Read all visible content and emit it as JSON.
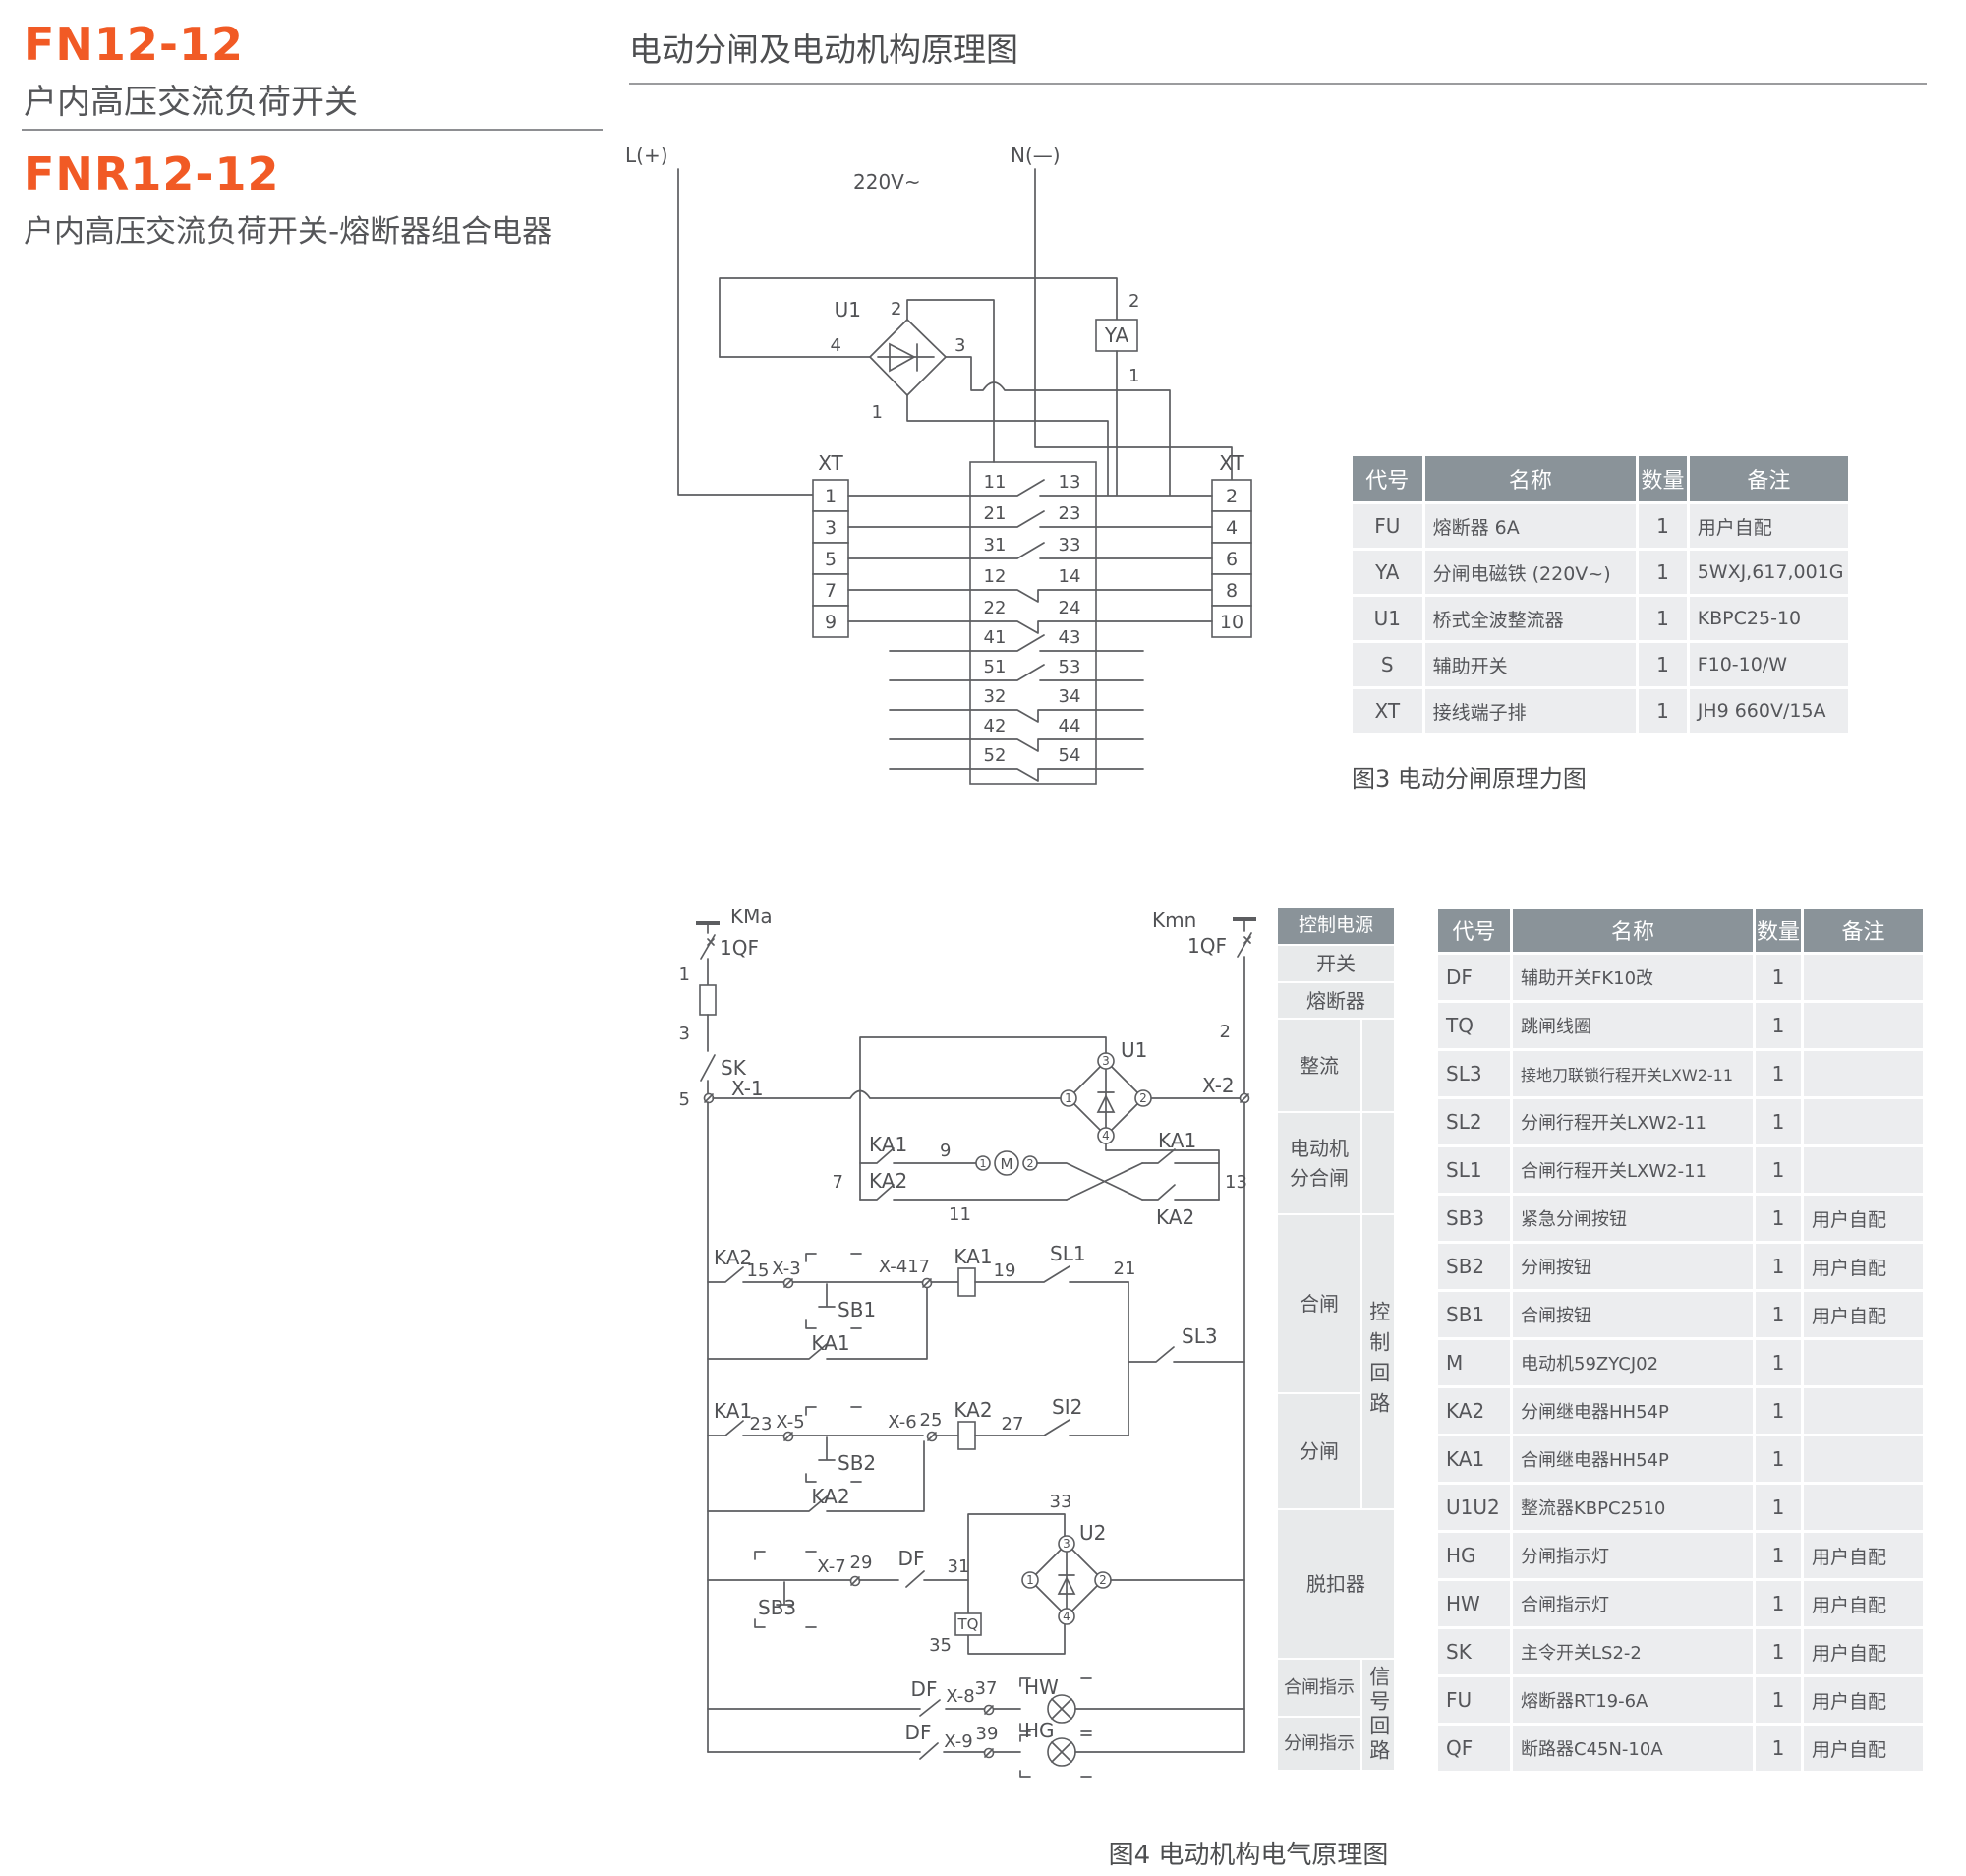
{
  "page": {
    "product1_model": "FN12-12",
    "product1_name": "户内高压交流负荷开关",
    "product2_model": "FNR12-12",
    "product2_name": "户内高压交流负荷开关-熔断器组合电器",
    "heading": "电动分闸及电动机构原理图"
  },
  "colors": {
    "accent_orange": "#f15a25",
    "text_gray": "#55565a",
    "line_gray": "#5c5d60",
    "table_header_bg": "#8a9399",
    "table_row_bg": "#ecedef",
    "sidebar_bg": "#e8eaeb"
  },
  "fig3": {
    "caption": "图3 电动分闸原理力图",
    "labels": {
      "line": "L(+)",
      "neutral": "N(—)",
      "voltage": "220V~",
      "u1": "U1",
      "ya": "YA",
      "xt_left": "XT",
      "xt_right": "XT",
      "u1_top": "2",
      "u1_left": "4",
      "u1_right": "3",
      "u1_bottom": "1",
      "ya_top": "2",
      "ya_bottom": "1"
    },
    "left_terminals": [
      "1",
      "3",
      "5",
      "7",
      "9"
    ],
    "right_terminals": [
      "2",
      "4",
      "6",
      "8",
      "10"
    ],
    "contacts": [
      [
        "11",
        "13"
      ],
      [
        "21",
        "23"
      ],
      [
        "31",
        "33"
      ],
      [
        "12",
        "14"
      ],
      [
        "22",
        "24"
      ],
      [
        "41",
        "43"
      ],
      [
        "51",
        "53"
      ],
      [
        "32",
        "34"
      ],
      [
        "42",
        "44"
      ],
      [
        "52",
        "54"
      ]
    ],
    "table": {
      "headers": [
        "代号",
        "名称",
        "数量",
        "备注"
      ],
      "rows": [
        [
          "FU",
          "熔断器 6A",
          "1",
          "用户自配"
        ],
        [
          "YA",
          "分闸电磁铁 (220V~)",
          "1",
          "5WXJ,617,001G"
        ],
        [
          "U1",
          "桥式全波整流器",
          "1",
          "KBPC25-10"
        ],
        [
          "S",
          "辅助开关",
          "1",
          "F10-10/W"
        ],
        [
          "XT",
          "接线端子排",
          "1",
          "JH9 660V/15A"
        ]
      ]
    }
  },
  "fig4": {
    "caption": "图4 电动机构电气原理图",
    "sidebar": {
      "header": "控制电源",
      "switch": "开关",
      "fuse": "熔断器",
      "rectify": "整流",
      "motor1": "电动机",
      "motor2": "分合闸",
      "close": "合闸",
      "open": "分闸",
      "trip": "脱扣器",
      "close_ind": "合闸指示",
      "open_ind": "分闸指示",
      "ctrl_loop": "控制回路",
      "signal_loop": "信号回路"
    },
    "labels": {
      "kma": "KMa",
      "kmn": "Kmn",
      "qf_l": "1QF",
      "qf_r": "1QF",
      "n1": "1",
      "n3": "3",
      "n5": "5",
      "n2": "2",
      "sk": "SK",
      "x1": "X-1",
      "x2": "X-2",
      "u1": "U1",
      "u2": "U2",
      "u1p1": "1",
      "u1p2": "2",
      "u1p3": "3",
      "u1p4": "4",
      "u2p1": "1",
      "u2p2": "2",
      "u2p3": "3",
      "u2p4": "4",
      "ka1_a": "KA1",
      "ka2_a": "KA2",
      "ka1_b": "KA1",
      "ka2_b": "KA2",
      "n7": "7",
      "n9": "9",
      "n11": "11",
      "n13": "13",
      "m": "M",
      "mp1": "1",
      "mp2": "2",
      "ka2_c": "KA2",
      "n15": "15",
      "x3": "X-3",
      "sb1": "SB1",
      "x417": "X-417",
      "ka1_coil": "KA1",
      "n19": "19",
      "sl1": "SL1",
      "n21": "21",
      "ka1_h": "KA1",
      "sl3": "SL3",
      "ka1_o": "KA1",
      "n23": "23",
      "x5": "X-5",
      "sb2": "SB2",
      "x6": "X-6",
      "n25": "25",
      "ka2_coil": "KA2",
      "n27": "27",
      "si2": "SI2",
      "ka2_h": "KA2",
      "sb3": "SB3",
      "x7": "X-7",
      "n29": "29",
      "df1": "DF",
      "n31": "31",
      "tq": "TQ",
      "n33": "33",
      "n35": "35",
      "df2": "DF",
      "x8": "X-8",
      "n37": "37",
      "hw": "HW",
      "df3": "DF",
      "x9": "X-9",
      "n39": "39",
      "hg": "HG"
    },
    "table": {
      "headers": [
        "代号",
        "名称",
        "数量",
        "备注"
      ],
      "rows": [
        [
          "DF",
          "辅助开关FK10改",
          "1",
          ""
        ],
        [
          "TQ",
          "跳闸线圈",
          "1",
          ""
        ],
        [
          "SL3",
          "接地刀联锁行程开关LXW2-11",
          "1",
          ""
        ],
        [
          "SL2",
          "分闸行程开关LXW2-11",
          "1",
          ""
        ],
        [
          "SL1",
          "合闸行程开关LXW2-11",
          "1",
          ""
        ],
        [
          "SB3",
          "紧急分闸按钮",
          "1",
          "用户自配"
        ],
        [
          "SB2",
          "分闸按钮",
          "1",
          "用户自配"
        ],
        [
          "SB1",
          "合闸按钮",
          "1",
          "用户自配"
        ],
        [
          "M",
          "电动机59ZYCJ02",
          "1",
          ""
        ],
        [
          "KA2",
          "分闸继电器HH54P",
          "1",
          ""
        ],
        [
          "KA1",
          "合闸继电器HH54P",
          "1",
          ""
        ],
        [
          "U1U2",
          "整流器KBPC2510",
          "1",
          ""
        ],
        [
          "HG",
          "分闸指示灯",
          "1",
          "用户自配"
        ],
        [
          "HW",
          "合闸指示灯",
          "1",
          "用户自配"
        ],
        [
          "SK",
          "主令开关LS2-2",
          "1",
          "用户自配"
        ],
        [
          "FU",
          "熔断器RT19-6A",
          "1",
          "用户自配"
        ],
        [
          "QF",
          "断路器C45N-10A",
          "1",
          "用户自配"
        ]
      ]
    }
  }
}
